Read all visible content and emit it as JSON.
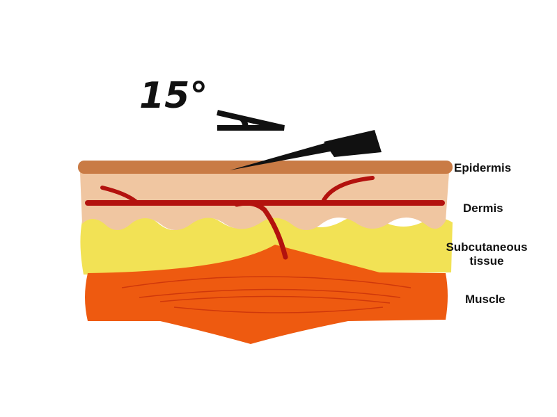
{
  "diagram": {
    "angle_label": "15°",
    "layers": {
      "epidermis": "Epidermis",
      "dermis": "Dermis",
      "subcutaneous_line1": "Subcutaneous",
      "subcutaneous_line2": "tissue",
      "muscle": "Muscle"
    },
    "colors": {
      "epidermis": "#c97b45",
      "dermis": "#f0c6a1",
      "subcutaneous": "#f2e255",
      "muscle": "#ee5a10",
      "vessel": "#b3120e",
      "needle": "#111111"
    }
  }
}
